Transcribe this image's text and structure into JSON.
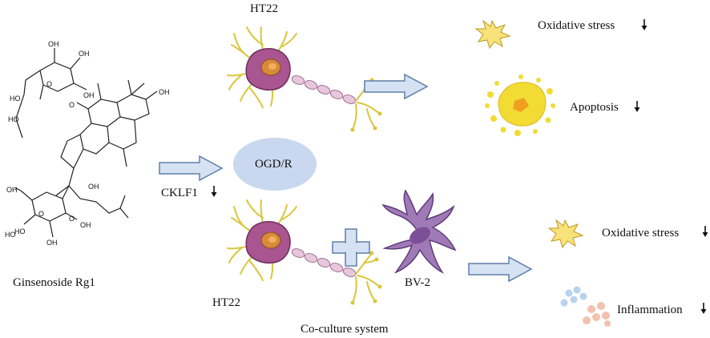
{
  "compound": {
    "name": "Ginsenoside Rg1"
  },
  "top_panel": {
    "cell_line": "HT22"
  },
  "treatment": {
    "label": "OGD/R",
    "mediator": "CKLF1"
  },
  "bottom_panel": {
    "cell_line": "HT22",
    "microglia": "BV-2",
    "system": "Co-culture system"
  },
  "outcomes_top": [
    {
      "label": "Oxidative stress",
      "trend": "decrease",
      "icon": "starburst-icon"
    },
    {
      "label": "Apoptosis",
      "trend": "decrease",
      "icon": "apoptotic-cell-icon"
    }
  ],
  "outcomes_bottom": [
    {
      "label": "Oxidative stress",
      "trend": "decrease",
      "icon": "starburst-icon"
    },
    {
      "label": "Inflammation",
      "trend": "decrease",
      "icon": "cytokine-dots-icon"
    }
  ],
  "colors": {
    "arrow_fill": "#d4e2f3",
    "arrow_stroke": "#5f7fa8",
    "ellipse": "#c9d8ee",
    "star": "#f8e27a",
    "apoptosis": "#f2dc34",
    "microglia": "#9b6fb1",
    "neuron_body": "#a8548f",
    "dendrite": "#e7d64a",
    "axon": "#e7c6dd"
  }
}
